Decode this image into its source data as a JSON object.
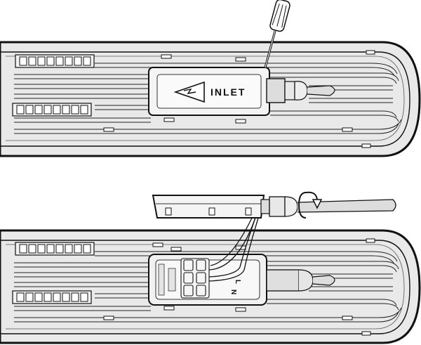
{
  "top_figure": {
    "cover_label": "INLET"
  },
  "bottom_figure": {
    "terminal_labels": [
      "L",
      "N"
    ]
  },
  "colors": {
    "housing": "#e9e9e9",
    "outline": "#111111",
    "box": "#f4f4f4",
    "terminal": "#f6f6f6"
  }
}
